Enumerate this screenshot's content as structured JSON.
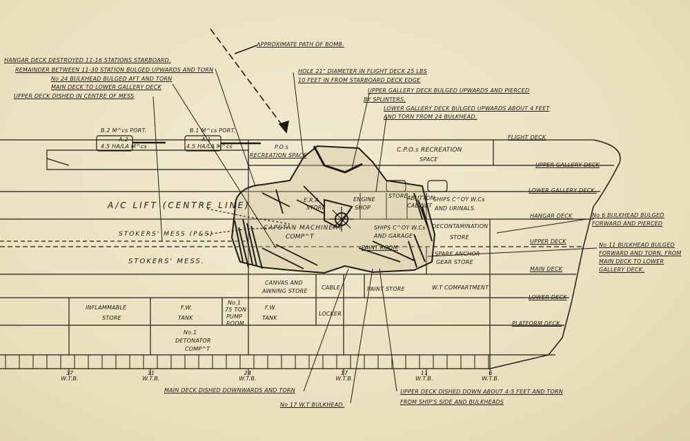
{
  "colors": {
    "paper": "#ede4c2",
    "ink": "#1d1a14"
  },
  "annotations": {
    "bomb_path": "APPROXIMATE PATH OF BOMB.",
    "hangar_destroyed_1": "HANGAR DECK DESTROYED 11-16 STATIONS STARBOARD.",
    "hangar_destroyed_2": "REMAINDER BETWEEN 11-30 STATION BULGED UPWARDS AND TORN",
    "bulkhead24_1": "No 24 BULKHEAD BULGED AFT AND TORN",
    "bulkhead24_2": "MAIN DECK TO LOWER GALLERY DECK",
    "upper_deck_dished": "UPPER DECK DISHED IN CENTRE OF MESS",
    "hole_1": "HOLE 21\" DIAMETER IN FLIGHT DECK 25 LBS",
    "hole_2": "10 FEET IN FROM STARBOARD DECK EDGE",
    "upper_gallery_bulged_1": "UPPER GALLERY DECK BULGED UPWARDS AND PIERCED",
    "upper_gallery_bulged_2": "BY SPLINTERS.",
    "lower_gallery_bulged_1": "LOWER GALLERY DECK BULGED UPWARDS ABOUT 4 FEET",
    "lower_gallery_bulged_2": "AND TORN FROM 24 BULKHEAD.",
    "bulkhead6_1": "No 6 BULKHEAD BULGED",
    "bulkhead6_2": "FORWARD AND PIERCED",
    "bulkhead11_1": "No 11 BULKHEAD BULGED",
    "bulkhead11_2": "FORWARD AND TORN, FROM",
    "bulkhead11_3": "MAIN DECK TO LOWER",
    "bulkhead11_4": "GALLERY DECK.",
    "main_deck_dished": "MAIN DECK DISHED DOWNWARDS AND TORN",
    "bulkhead17": "No 17 W.T BULKHEAD.",
    "upper_deck_dished_4ft_1": "UPPER DECK DISHED DOWN ABOUT 4-5 FEET AND TORN",
    "upper_deck_dished_4ft_2": "FROM SHIP'S SIDE AND BULKHEADS"
  },
  "decks": {
    "flight": "FLIGHT DECK",
    "upper_gallery": "UPPER GALLERY DECK",
    "lower_gallery": "LOWER GALLERY DECK.",
    "hangar": "HANGAR DECK",
    "upper": "UPPER DECK",
    "main": "MAIN DECK",
    "lower": "LOWER DECK",
    "platform": "PLATFORM DECK."
  },
  "guns": {
    "port_a2_top": "B.2 M^cs PORT.",
    "port_a2_name": "A.2",
    "port_a2_cal": "4.5 HA/LA M^cs",
    "port_a1_top": "B.1 M^cs PORT.",
    "port_a1_name": "A.1",
    "port_a1_cal": "4.5 HA/LA M^cs"
  },
  "compartments": {
    "pos_1": "P.O.s",
    "pos_2": "RECREATION SPACE",
    "cpos_1": "C.P.O.s RECREATION",
    "cpos_2": "SPACE",
    "lift": "A/C LIFT (CENTRE LINE)",
    "stokers_mess_ps": "STOKERS' MESS (P&S)",
    "stokers_mess": "STOKERS' MESS.",
    "era_1": "E.R.A",
    "era_2": "STORE",
    "engine_1": "ENGINE",
    "engine_2": "SHOP",
    "store_small": "STORE",
    "abutton_1": "ABUTTON",
    "abutton_2": "CABINET",
    "ships_coy_wc_1": "SHIPS C^OY W.Cs",
    "ships_coy_wc_2": "AND URINALS.",
    "capstan_1": "CAPSTAN MACHINERY",
    "capstan_2": "COMP^T",
    "ships_coy_wc_3": "SHIPS C^OY W.Cs",
    "ships_coy_wc_4": "AND GARAGE",
    "decontamination_1": "DECONTAMINATION",
    "decontamination_2": "STORE",
    "paint_room": "PAINT ROOM",
    "spare_anchor_1": "SPARE ANCHOR",
    "spare_anchor_2": "GEAR STORE",
    "canvas_1": "CANVAS AND",
    "canvas_2": "AWNING STORE",
    "cable": "CABLE",
    "paint_store": "PAINT STORE",
    "wt_comp": "W.T COMPARTMENT",
    "inflammable_1": "INFLAMMABLE",
    "inflammable_2": "STORE",
    "fw_tank_1a": "F.W.",
    "fw_tank_1b": "TANK",
    "pump_1": "No.1",
    "pump_2": "75 TON",
    "pump_3": "PUMP",
    "pump_4": "ROOM",
    "fw_tank_2a": "F.W.",
    "fw_tank_2b": "TANK",
    "locker": "LOCKER",
    "detonator_1": "No.1",
    "detonator_2": "DETONATOR",
    "detonator_3": "COMP^T"
  },
  "bulkhead_labels": [
    {
      "num": "37",
      "tag": "W.T.B."
    },
    {
      "num": "31",
      "tag": "W.T.B."
    },
    {
      "num": "24",
      "tag": "W.T.B."
    },
    {
      "num": "17",
      "tag": "W.T.B."
    },
    {
      "num": "11",
      "tag": "W.T.B."
    },
    {
      "num": "6",
      "tag": "W.T.B."
    }
  ]
}
